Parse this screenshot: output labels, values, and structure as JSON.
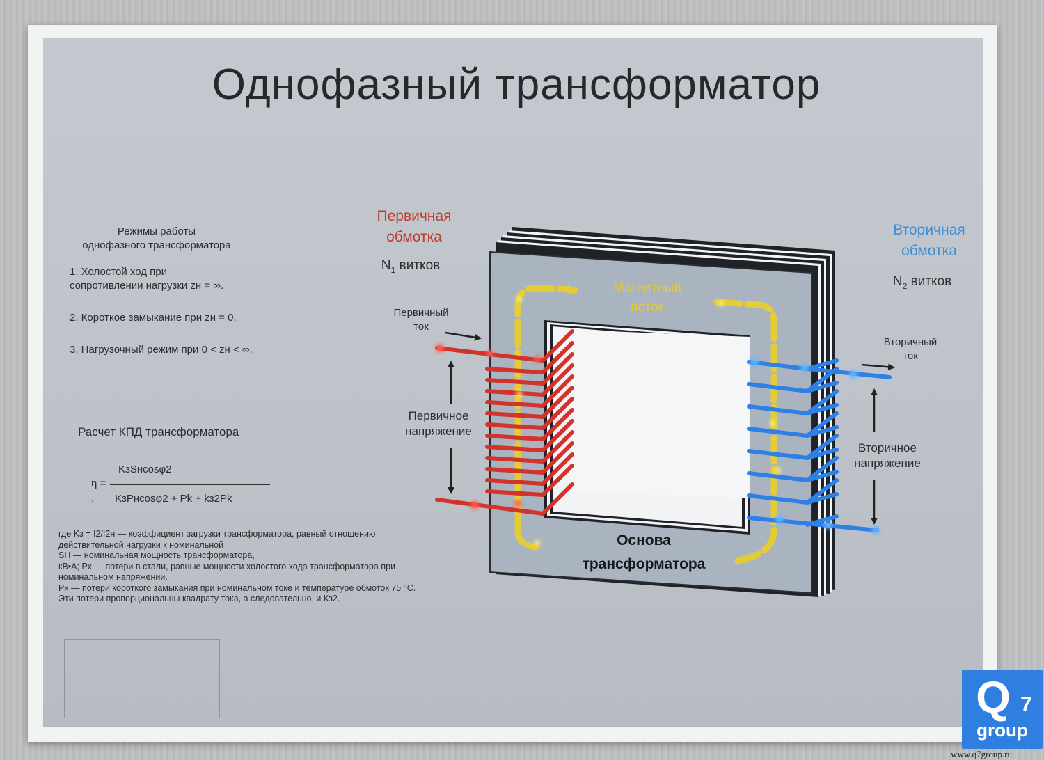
{
  "title": "Однофазный трансформатор",
  "modes": {
    "heading_line1": "Режимы работы",
    "heading_line2": "однофазного трансформатора",
    "item1_line1": "1. Холостой ход при",
    "item1_line2": "сопротивлении нагрузки zн = ∞.",
    "item2": "2. Короткое замыкание при zн = 0.",
    "item3": "3. Нагрузочный режим при 0 < zн < ∞."
  },
  "efficiency": {
    "title": "Расчет КПД трансформатора",
    "eta": "η =",
    "numerator": "KзSнcosφ2",
    "denominator": "KзPнcosφ2 + Pk + kз2Pk",
    "dot": "."
  },
  "notes": [
    "где Kз = I2/I2н — коэффициент загрузки трансформатора, равный отношению",
    "действительной нагрузки к номинальной",
    " SH — номинальная мощность трансформатора,",
    "кВ•А; Рх — потери в стали, равные мощности холостого хода трансформатора при",
    "номинальном напряжении.",
    " Рх — потери короткого замыкания при номинальном токе и температуре обмоток 75 °С.",
    "Эти потери пропорциональны квадрату тока, а следовательно, и Кз2."
  ],
  "diagram": {
    "primary_winding_line1": "Первичная",
    "primary_winding_line2": "обмотка",
    "primary_turns_n": "N",
    "primary_turns_sub": "1",
    "primary_turns_word": "витков",
    "secondary_winding_line1": "Вторичная",
    "secondary_winding_line2": "обмотка",
    "secondary_turns_n": "N",
    "secondary_turns_sub": "2",
    "secondary_turns_word": "витков",
    "primary_current_line1": "Первичный",
    "primary_current_line2": "ток",
    "primary_voltage_line1": "Первичное",
    "primary_voltage_line2": "напряжение",
    "secondary_current_line1": "Вторичный",
    "secondary_current_line2": "ток",
    "secondary_voltage_line1": "Вторичное",
    "secondary_voltage_line2": "напряжение",
    "flux_line1": "Магнитный",
    "flux_line2": "поток",
    "core_line1": "Основа",
    "core_line2": "трансформатора"
  },
  "colors": {
    "primary": "#d2332c",
    "secondary": "#2e7fe6",
    "flux": "#e9cf2a",
    "core_face": "#a9b4c0"
  },
  "logo": {
    "letter": "Q",
    "digit": "7",
    "word": "group"
  },
  "watermark": "www.q7group.ru"
}
